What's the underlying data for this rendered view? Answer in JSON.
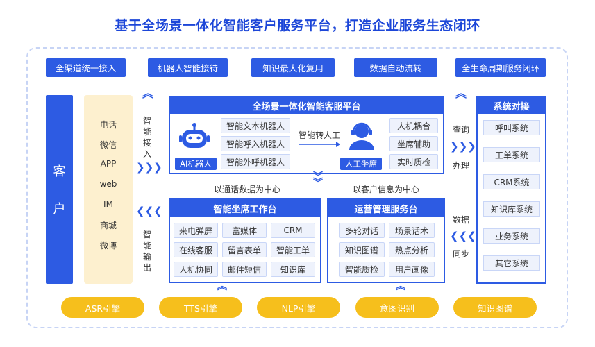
{
  "title": "基于全场景一体化智能客户服务平台，打造企业服务生态闭环",
  "top_features": [
    "全渠道统一接入",
    "机器人智能接待",
    "知识最大化复用",
    "数据自动流转",
    "全生命周期服务闭环"
  ],
  "customer_label": [
    "客",
    "户"
  ],
  "channels": [
    "电话",
    "微信",
    "APP",
    "web",
    "IM",
    "商城",
    "微博"
  ],
  "left_labels": {
    "access": "智能接入",
    "output": "智能输出"
  },
  "right_labels": {
    "query": "查询办理",
    "sync": "数据同步"
  },
  "platform": {
    "title": "全场景一体化智能客服平台",
    "robot_badge": "AI机器人",
    "robot_items": [
      "智能文本机器人",
      "智能呼入机器人",
      "智能外呼机器人"
    ],
    "transfer_label": "智能转人工",
    "agent_badge": "人工坐席",
    "agent_items": [
      "人机耦合",
      "坐席辅助",
      "实时质检"
    ]
  },
  "center_labels": {
    "call_center": "以通话数据为中心",
    "customer_center": "以客户信息为中心"
  },
  "workbench": {
    "title": "智能坐席工作台",
    "items": [
      "来电弹屏",
      "富媒体",
      "CRM",
      "在线客服",
      "留言表单",
      "智能工单",
      "人机协同",
      "邮件短信",
      "知识库"
    ]
  },
  "ops": {
    "title": "运营管理服务台",
    "items": [
      "多轮对话",
      "场景话术",
      "知识图谱",
      "热点分析",
      "智能质检",
      "用户画像"
    ]
  },
  "systems": {
    "title": "系统对接",
    "items": [
      "呼叫系统",
      "工单系统",
      "CRM系统",
      "知识库系统",
      "业务系统",
      "其它系统"
    ]
  },
  "engines": [
    "ASR引擎",
    "TTS引擎",
    "NLP引擎",
    "意图识别",
    "知识图谱"
  ],
  "colors": {
    "primary": "#2d5be3",
    "title": "#1c46d8",
    "engine": "#f6bf1c",
    "channel_bg": "#fdf0cf"
  }
}
